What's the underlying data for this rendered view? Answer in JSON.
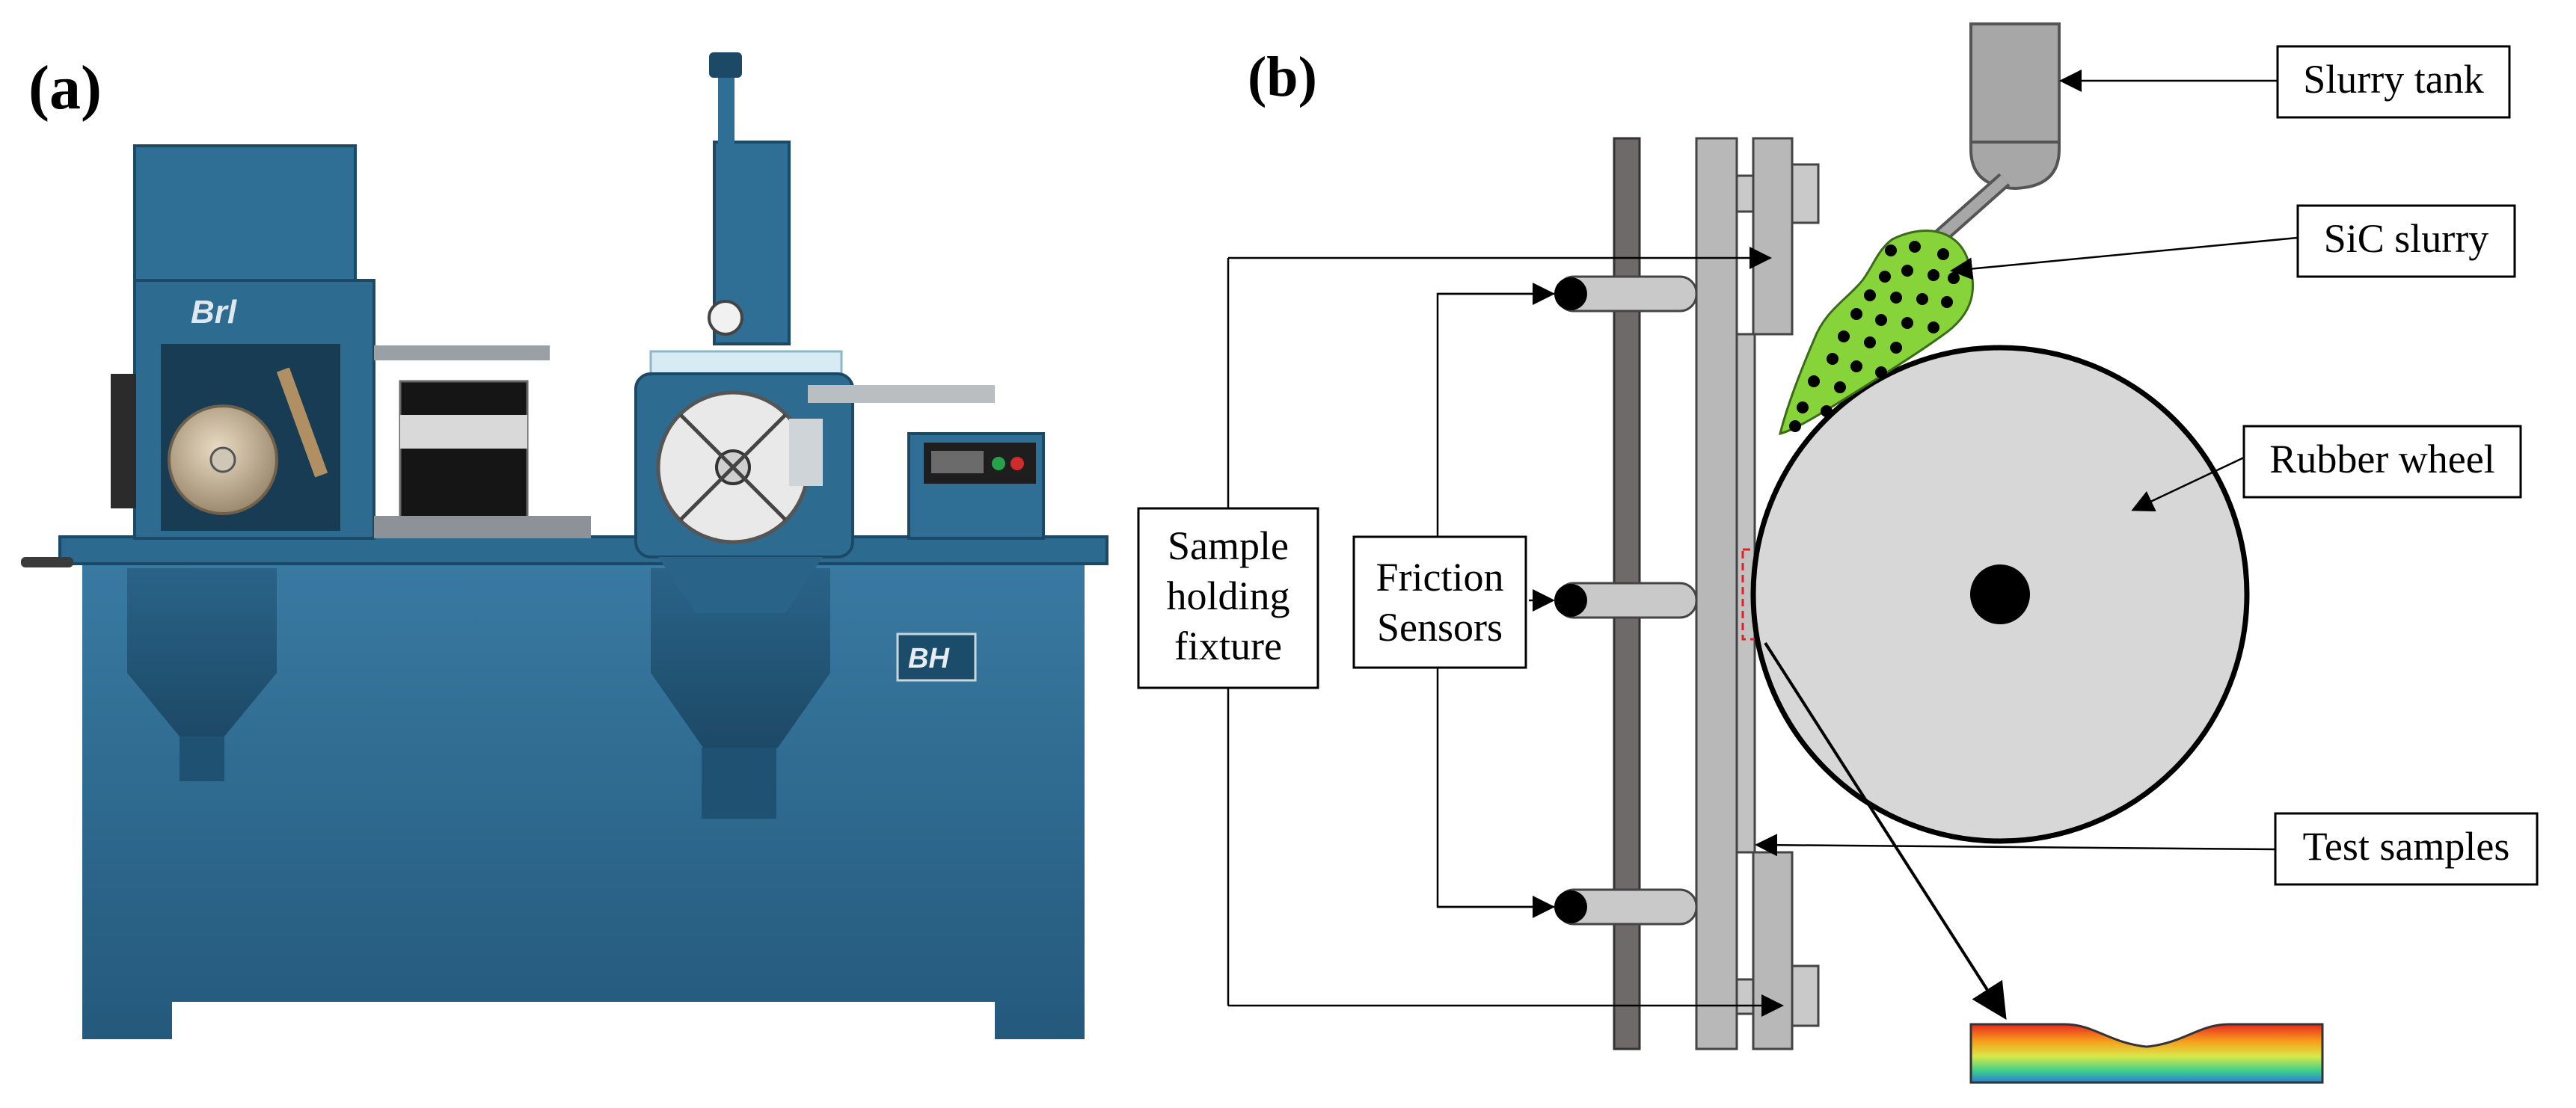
{
  "panel_a": {
    "label": "(a)",
    "photo_text": {
      "cabinet_logo": "BH",
      "hood_logo": "Brl"
    }
  },
  "panel_b": {
    "label": "(b)",
    "callouts": {
      "slurry_tank": "Slurry tank",
      "sic_slurry": "SiC slurry",
      "rubber_wheel": "Rubber wheel",
      "test_samples": "Test samples",
      "friction_sensors": [
        "Friction",
        "Sensors"
      ],
      "sample_holding_fixture": [
        "Sample",
        "holding",
        "fixture"
      ]
    }
  },
  "colors": {
    "machine_blue": "#2f6f95",
    "slurry_green": "#86d43a",
    "wheel_grey": "#d7d7d7",
    "plate_grey": "#b8b8b8",
    "dark_plate": "#6e6a6a"
  }
}
